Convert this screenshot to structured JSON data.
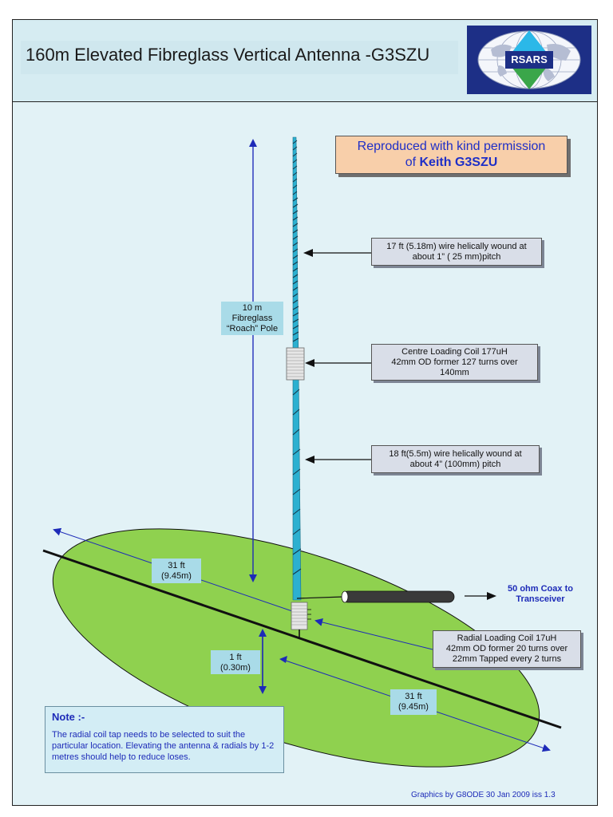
{
  "header": {
    "title": "160m  Elevated Fibreglass Vertical Antenna -G3SZU",
    "logo_text": "RSARS",
    "logo_icon": "rsars-globe-logo"
  },
  "permission": {
    "line1": "Reproduced with kind permission",
    "line2_prefix": "of ",
    "line2_name": "Keith G3SZU"
  },
  "labels": {
    "pole": [
      "10 m",
      "Fibreglass",
      "“Roach” Pole"
    ],
    "upper_wire": [
      "17 ft (5.18m) wire helically wound at",
      "about 1” ( 25 mm)pitch"
    ],
    "centre_coil": [
      "Centre Loading Coil 177uH",
      "42mm OD former 127 turns over",
      "140mm"
    ],
    "lower_wire": [
      "18 ft(5.5m)  wire helically wound at",
      "about 4” (100mm) pitch"
    ],
    "radial_left": [
      "31 ft",
      "(9.45m)"
    ],
    "height": [
      "1 ft",
      "(0.30m)"
    ],
    "radial_right": [
      "31 ft",
      "(9.45m)"
    ],
    "radial_coil": [
      "Radial Loading Coil 17uH",
      "42mm OD  former 20 turns over",
      "22mm  Tapped every 2 turns"
    ],
    "coax": [
      "50 ohm Coax to",
      "Transceiver"
    ]
  },
  "note": {
    "heading": "Note :-",
    "body": "The radial coil tap needs to be selected to suit the particular location. Elevating the antenna & radials by 1-2 metres should help to reduce loses."
  },
  "credit": "Graphics by  G8ODE  30 Jan 2009 iss 1.3",
  "colors": {
    "ground": "#8fd14f",
    "pole": "#2cb0d0",
    "arrow_blue": "#1d2bb8",
    "permission_bg": "#f8cfaa"
  }
}
